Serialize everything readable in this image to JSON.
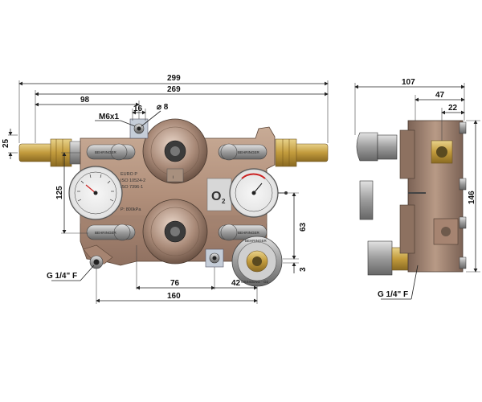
{
  "dimensions": {
    "d299": "299",
    "d269": "269",
    "d98": "98",
    "d16": "16",
    "d_phi8": "⌀ 8",
    "m6x1": "M6x1",
    "d25": "25",
    "d125": "125",
    "d63": "63",
    "d3": "3",
    "d76": "76",
    "d42": "42",
    "d160": "160",
    "g14_left": "G 1/4\" F",
    "d107": "107",
    "d47": "47",
    "d22": "22",
    "d146": "146",
    "g14_right": "G 1/4\" F"
  },
  "labels": {
    "brand": "BEHRINGER",
    "gauge_brand": "BEHRINGER",
    "outlet_text": "OSSIGENO - O2",
    "plate_line1": "EURO P",
    "plate_line2": "ISO 10524-2",
    "plate_line3": "ISO 7396-1",
    "plate_pressure": "P: 800kPa",
    "o2": "O",
    "o2_sub": "2"
  },
  "colors": {
    "body": "#b89a86",
    "brass": "#c9a44a",
    "steel": "#9a9a9a",
    "dark": "#3a3a3a"
  }
}
